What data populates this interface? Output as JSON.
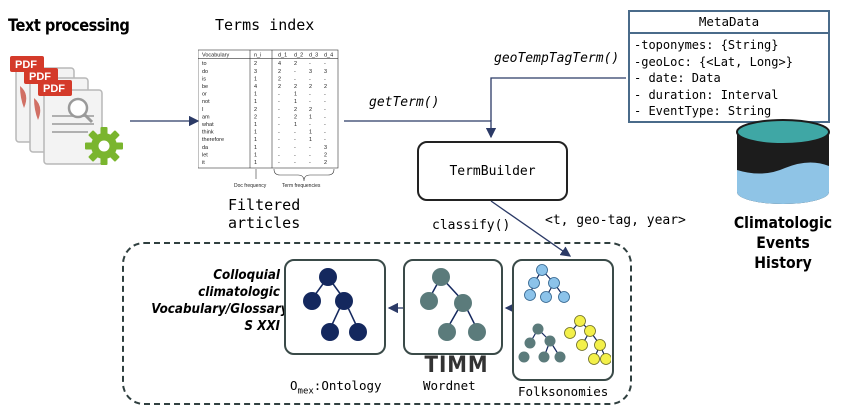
{
  "text_processing": {
    "title": "Text processing",
    "pdf_label": "PDF"
  },
  "terms_index": {
    "title": "Terms index",
    "headers": [
      "Vocabulary",
      "n_i",
      "d_1",
      "d_2",
      "d_3",
      "d_4"
    ],
    "rows": [
      [
        "to",
        "2",
        "4",
        "2",
        "-",
        "-"
      ],
      [
        "do",
        "3",
        "2",
        "-",
        "3",
        "3"
      ],
      [
        "is",
        "1",
        "2",
        "-",
        "-",
        "-"
      ],
      [
        "be",
        "4",
        "2",
        "2",
        "2",
        "2"
      ],
      [
        "or",
        "1",
        "-",
        "1",
        "-",
        "-"
      ],
      [
        "not",
        "1",
        "-",
        "1",
        "-",
        "-"
      ],
      [
        "I",
        "2",
        "-",
        "2",
        "2",
        "-"
      ],
      [
        "am",
        "2",
        "-",
        "2",
        "1",
        "-"
      ],
      [
        "what",
        "1",
        "-",
        "1",
        "-",
        "-"
      ],
      [
        "think",
        "1",
        "-",
        "-",
        "1",
        "-"
      ],
      [
        "therefore",
        "1",
        "-",
        "-",
        "1",
        "-"
      ],
      [
        "da",
        "1",
        "-",
        "-",
        "-",
        "3"
      ],
      [
        "let",
        "1",
        "-",
        "-",
        "-",
        "2"
      ],
      [
        "it",
        "1",
        "-",
        "-",
        "-",
        "2"
      ]
    ],
    "doc_frequency_label": "Doc frequency",
    "term_frequencies_label": "Term frequencies",
    "caption_line1": "Filtered",
    "caption_line2": "articles"
  },
  "metadata": {
    "header": "MetaData",
    "lines": [
      "-toponymes: {String}",
      "-geoLoc: {<Lat, Long>}",
      "- date: Data",
      "- duration: Interval",
      "- EventType: String"
    ]
  },
  "labels": {
    "geo_temp": "geoTempTagTerm()",
    "get_term": "getTerm()",
    "classify": "classify()",
    "tuple": "<t, geo-tag, year>",
    "term_builder": "TermBuilder"
  },
  "climatologic": {
    "line1": "Climatologic Events",
    "line2": "History"
  },
  "ontology_panel": {
    "colloquial_line1": "Colloquial climatologic",
    "colloquial_line2": "Vocabulary/Glossary",
    "colloquial_line3": "S XXI",
    "onto_prefix": "O",
    "onto_sub": "mex",
    "onto_suffix": ":Ontology",
    "wordnet_label": "Wordnet",
    "timm_label": "TIMM",
    "folk_label": "Folksonomies"
  },
  "colors": {
    "navy_node": "#14285e",
    "gray_node": "#5b7b7b",
    "blue_node": "#8cc3ea",
    "yellow_node": "#f3f04a",
    "arrow": "#2b3a66",
    "cylinder_top": "#3fa7a5",
    "cylinder_bottom": "#8fc4e6"
  }
}
